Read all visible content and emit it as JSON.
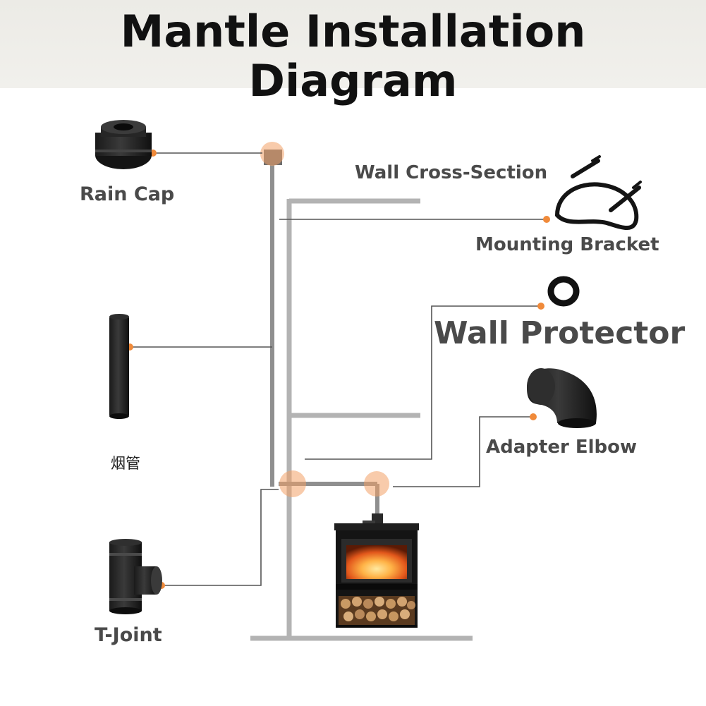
{
  "title": {
    "line1": "Mantle Installation",
    "line2": "Diagram"
  },
  "labels": {
    "rain_cap": "Rain Cap",
    "wall_cross_section": "Wall Cross-Section",
    "mounting_bracket": "Mounting Bracket",
    "wall_protector": "Wall Protector",
    "adapter_elbow": "Adapter Elbow",
    "chimney_pipe": "烟管",
    "t_joint": "T-Joint"
  },
  "colors": {
    "accent_dot": "#f08a3a",
    "joint_highlight": "#f2a066",
    "pipe": "#8f8f8f",
    "wall": "#b3b3b3",
    "text": "#4a4a4a",
    "title": "#111111"
  }
}
